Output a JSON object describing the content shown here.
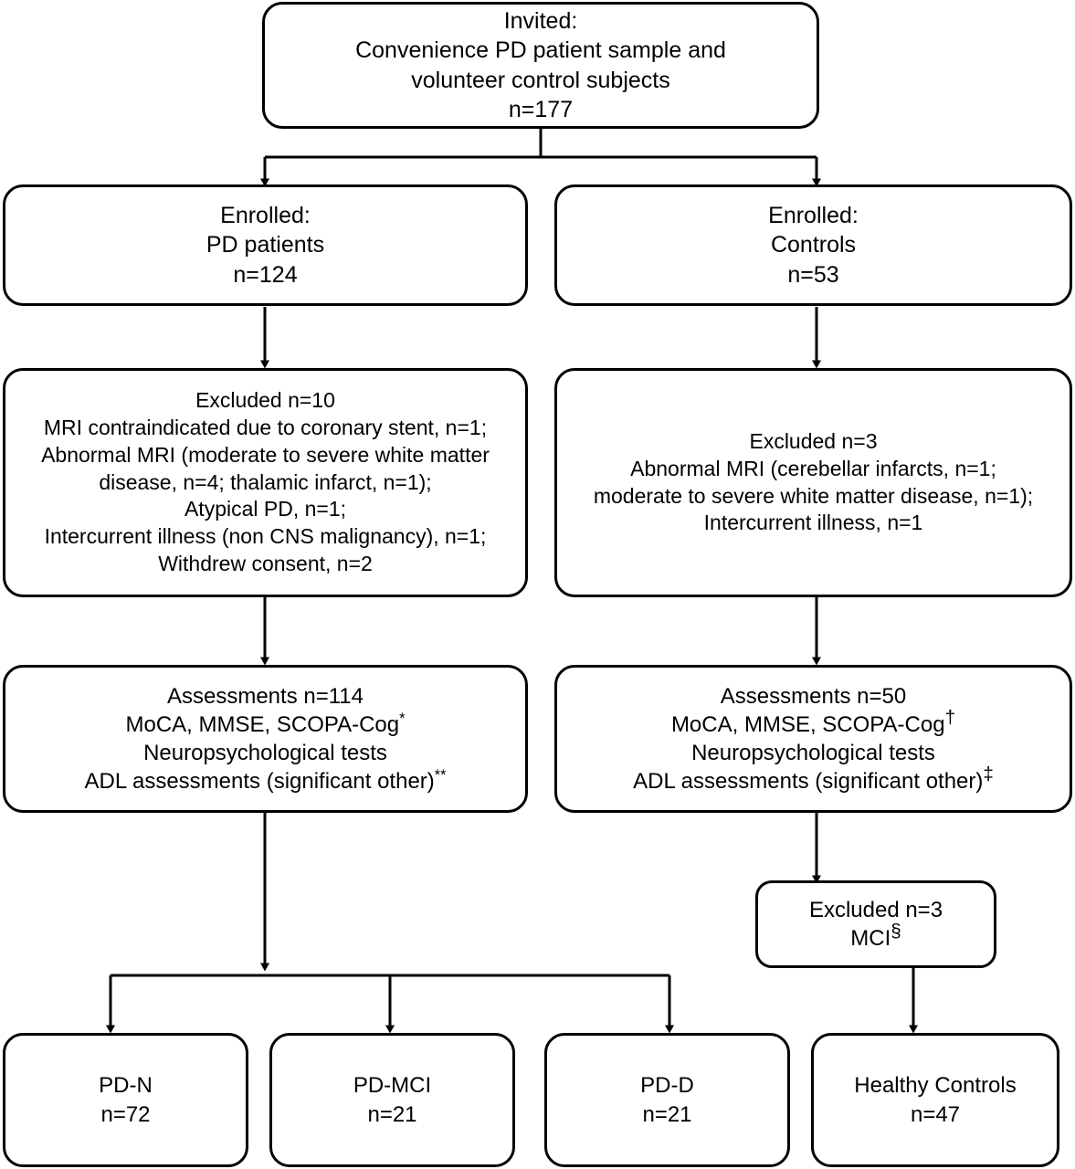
{
  "diagram": {
    "type": "flowchart",
    "title": "Study participant flow diagram",
    "stroke_color": "#000000",
    "background_color": "#ffffff"
  },
  "nodes": {
    "invited": {
      "name": "invited-box",
      "lines": [
        "Invited:",
        "Convenience PD patient sample and",
        "volunteer control subjects",
        "n=177"
      ]
    },
    "enrolled_pd": {
      "name": "enrolled-pd-box",
      "lines": [
        "Enrolled:",
        "PD patients",
        "n=124"
      ]
    },
    "enrolled_controls": {
      "name": "enrolled-controls-box",
      "lines": [
        "Enrolled:",
        "Controls",
        "n=53"
      ]
    },
    "excluded_pd": {
      "name": "excluded-pd-box",
      "lines": [
        "Excluded n=10",
        "MRI contraindicated due to coronary stent, n=1;",
        "Abnormal MRI (moderate to severe white matter disease, n=4; thalamic infarct, n=1);",
        "Atypical PD, n=1;",
        "Intercurrent illness (non CNS malignancy), n=1;",
        "Withdrew consent, n=2"
      ]
    },
    "excluded_controls": {
      "name": "excluded-controls-box",
      "lines": [
        "Excluded n=3",
        "Abnormal MRI (cerebellar infarcts, n=1;",
        "moderate to severe white matter disease, n=1);",
        "Intercurrent illness, n=1"
      ]
    },
    "assessments_pd": {
      "name": "assessments-pd-box",
      "line1": "Assessments n=114",
      "line2_text": "MoCA, MMSE, SCOPA-Cog",
      "line2_marker": "*",
      "line3": "Neuropsychological tests",
      "line4_text": "ADL assessments (significant other)",
      "line4_marker": "**"
    },
    "assessments_controls": {
      "name": "assessments-controls-box",
      "line1": "Assessments n=50",
      "line2_text": "MoCA, MMSE, SCOPA-Cog",
      "line2_marker": "†",
      "line3": "Neuropsychological tests",
      "line4_text": "ADL assessments (significant other)",
      "line4_marker": "‡"
    },
    "excluded_mci": {
      "name": "excluded-mci-box",
      "line1": "Excluded n=3",
      "line2_text": "MCI",
      "line2_marker": "§"
    },
    "pd_n": {
      "name": "outcome-pd-n-box",
      "lines": [
        "PD-N",
        "n=72"
      ]
    },
    "pd_mci": {
      "name": "outcome-pd-mci-box",
      "lines": [
        "PD-MCI",
        "n=21"
      ]
    },
    "pd_d": {
      "name": "outcome-pd-d-box",
      "lines": [
        "PD-D",
        "n=21"
      ]
    },
    "healthy_controls": {
      "name": "outcome-healthy-controls-box",
      "lines": [
        "Healthy Controls",
        "n=47"
      ]
    }
  },
  "chart_data": {
    "type": "flow",
    "title": "Study participant flow diagram",
    "counts": {
      "invited": 177,
      "enrolled_pd": 124,
      "enrolled_controls": 53,
      "excluded_pd": 10,
      "excluded_controls": 3,
      "assessments_pd": 114,
      "assessments_controls": 50,
      "excluded_mci": 3,
      "pd_n": 72,
      "pd_mci": 21,
      "pd_d": 21,
      "healthy_controls": 47
    },
    "exclusion_reasons_pd": [
      {
        "reason": "MRI contraindicated due to coronary stent",
        "n": 1
      },
      {
        "reason": "Abnormal MRI: moderate to severe white matter disease",
        "n": 4
      },
      {
        "reason": "Abnormal MRI: thalamic infarct",
        "n": 1
      },
      {
        "reason": "Atypical PD",
        "n": 1
      },
      {
        "reason": "Intercurrent illness (non CNS malignancy)",
        "n": 1
      },
      {
        "reason": "Withdrew consent",
        "n": 2
      }
    ],
    "exclusion_reasons_controls": [
      {
        "reason": "Abnormal MRI: cerebellar infarcts",
        "n": 1
      },
      {
        "reason": "Abnormal MRI: moderate to severe white matter disease",
        "n": 1
      },
      {
        "reason": "Intercurrent illness",
        "n": 1
      }
    ],
    "edges": [
      {
        "from": "invited",
        "to": "enrolled_pd"
      },
      {
        "from": "invited",
        "to": "enrolled_controls"
      },
      {
        "from": "enrolled_pd",
        "to": "excluded_pd"
      },
      {
        "from": "enrolled_controls",
        "to": "excluded_controls"
      },
      {
        "from": "excluded_pd",
        "to": "assessments_pd"
      },
      {
        "from": "excluded_controls",
        "to": "assessments_controls"
      },
      {
        "from": "assessments_pd",
        "to": "pd_n"
      },
      {
        "from": "assessments_pd",
        "to": "pd_mci"
      },
      {
        "from": "assessments_pd",
        "to": "pd_d"
      },
      {
        "from": "assessments_controls",
        "to": "excluded_mci"
      },
      {
        "from": "excluded_mci",
        "to": "healthy_controls"
      }
    ]
  }
}
